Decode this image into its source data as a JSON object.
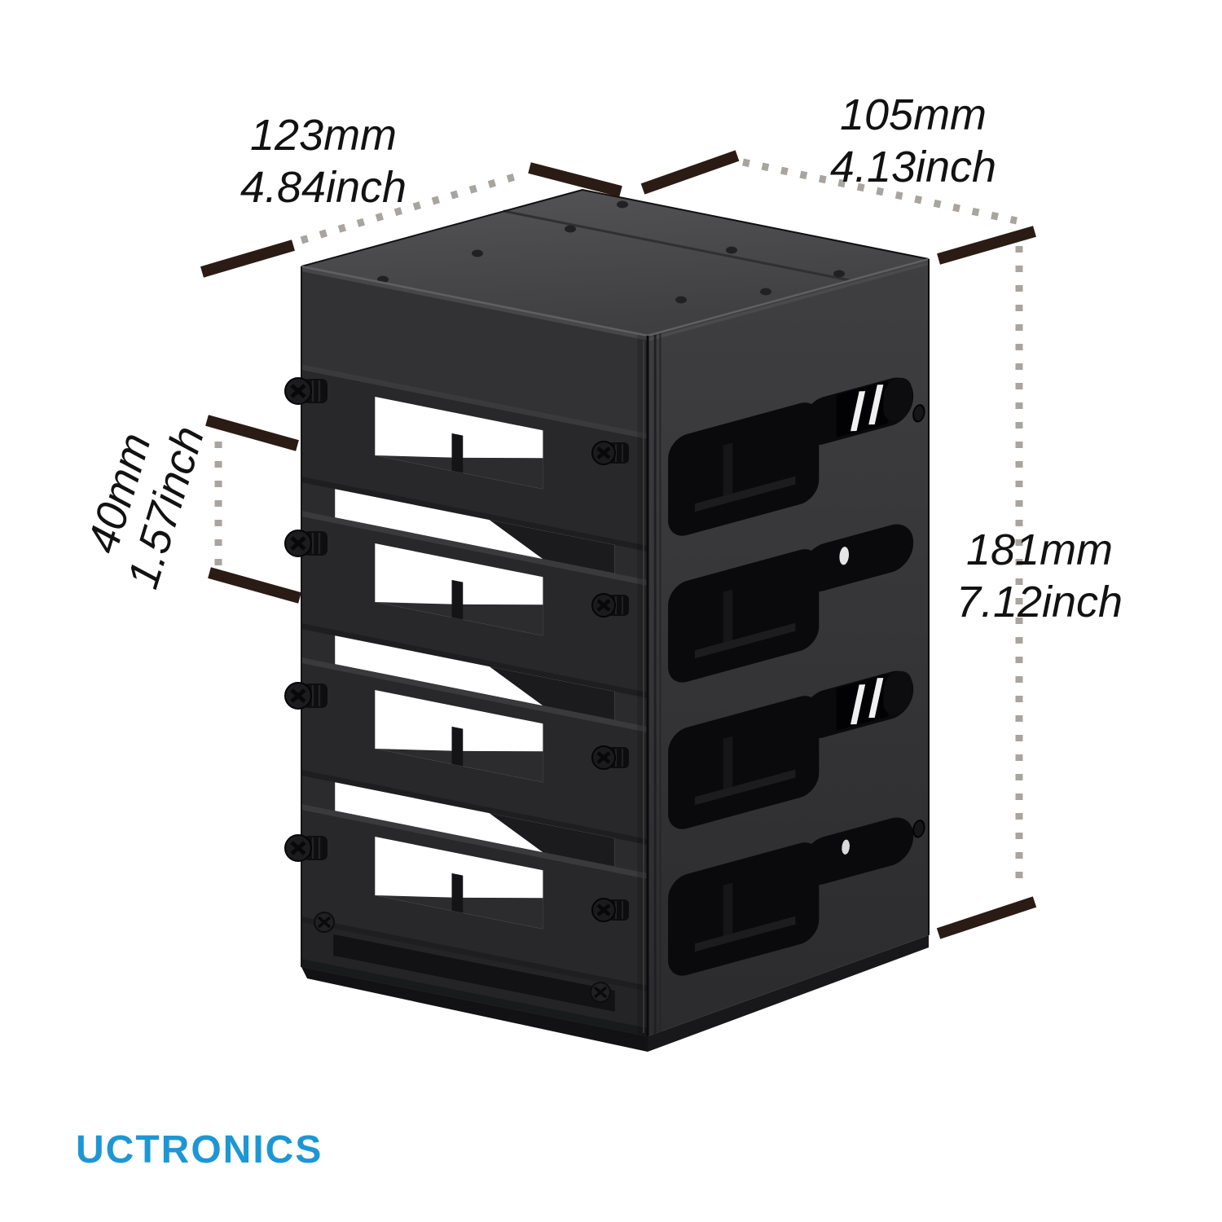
{
  "brand": {
    "name": "UCTRONICS",
    "color": "#1D97D4"
  },
  "dimensions": {
    "width": {
      "mm": "123mm",
      "inch": "4.84inch"
    },
    "depth": {
      "mm": "105mm",
      "inch": "4.13inch"
    },
    "level_pitch": {
      "mm": "40mm",
      "inch": "1.57inch"
    },
    "height": {
      "mm": "181mm",
      "inch": "7.12inch"
    }
  },
  "colors": {
    "background": "#FFFFFF",
    "annotation_tick": "#2A1B14",
    "annotation_dash": "#A8A4A0",
    "label_text": "#121212",
    "rack_top_face": "#4A4A4C",
    "rack_left_face": "#2B2B2D",
    "rack_right_face": "#3A3A3C",
    "rack_opening": "#0A0A0C",
    "brand_blue": "#1D97D4"
  }
}
